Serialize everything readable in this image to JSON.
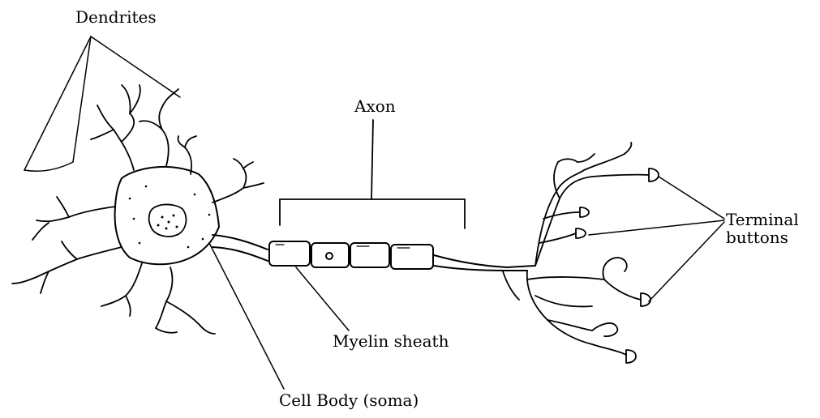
{
  "diagram": {
    "labels": {
      "dendrites": "Dendrites",
      "axon": "Axon",
      "terminal_line1": "Terminal",
      "terminal_line2": "buttons",
      "myelin": "Myelin sheath",
      "cell_body": "Cell Body (soma)"
    }
  }
}
